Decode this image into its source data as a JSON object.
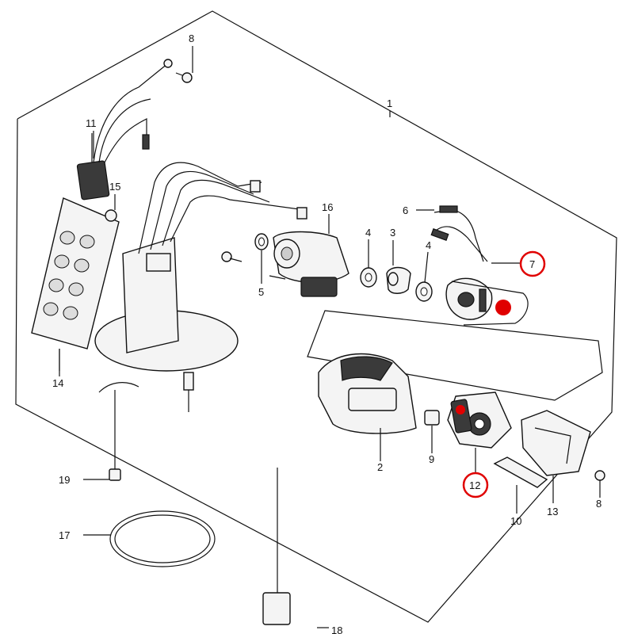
{
  "diagram": {
    "highlight_color": "#e00000",
    "callouts": {
      "c1": "1",
      "c2": "2",
      "c3": "3",
      "c4a": "4",
      "c4b": "4",
      "c5": "5",
      "c6": "6",
      "c7": "7",
      "c8a": "8",
      "c8b": "8",
      "c9": "9",
      "c10": "10",
      "c11": "11",
      "c12": "12",
      "c13": "13",
      "c14": "14",
      "c15": "15",
      "c16": "16",
      "c17": "17",
      "c18": "18",
      "c19": "19"
    }
  }
}
